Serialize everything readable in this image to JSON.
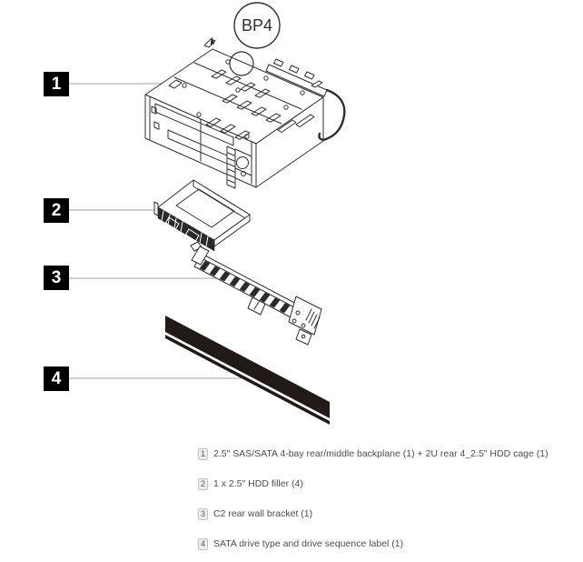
{
  "figure": {
    "callout_bubble": "BP4",
    "items": [
      {
        "number": "1",
        "description": "2.5\" SAS/SATA 4-bay rear/middle backplane (1) + 2U rear 4_2.5\" HDD cage (1)"
      },
      {
        "number": "2",
        "description": "1 x 2.5\" HDD filler (4)"
      },
      {
        "number": "3",
        "description": "C2 rear wall bracket (1)"
      },
      {
        "number": "4",
        "description": "SATA drive type and drive sequence label (1)"
      }
    ],
    "colors": {
      "line_art": "#2f2f2f",
      "leader_line": "#a0a0a0",
      "callout_box_bg": "#000000",
      "callout_box_text": "#ffffff",
      "legend_text": "#4d4d4d",
      "badge_bg": "#ededed",
      "badge_border": "#c4c4c4",
      "label_strip": "#221a18",
      "background": "#ffffff"
    }
  }
}
